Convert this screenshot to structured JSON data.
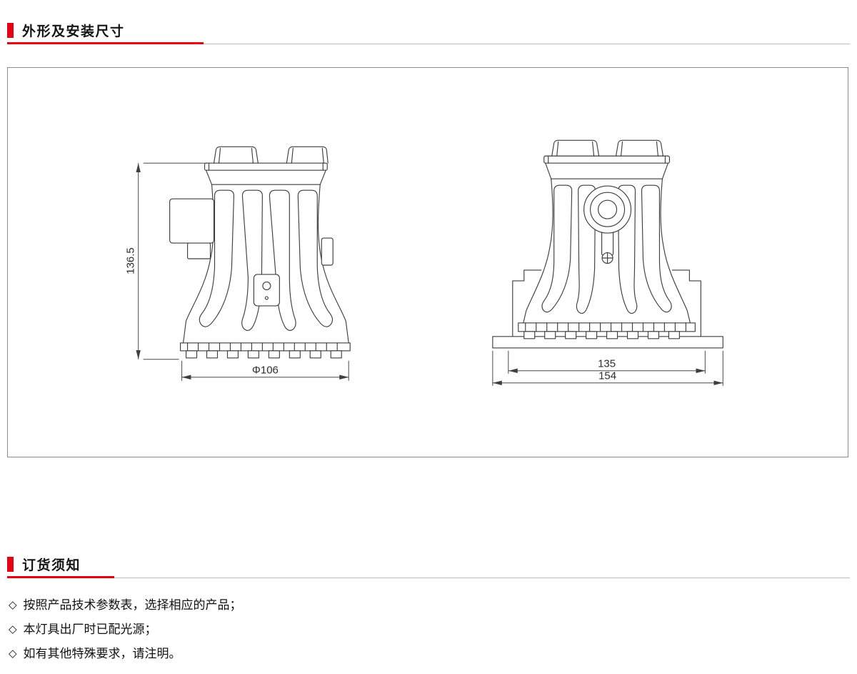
{
  "colors": {
    "accent_red": "#e60012",
    "line_dark": "#3f3f3f"
  },
  "sections": {
    "dimensions": {
      "title": "外形及安装尺寸"
    },
    "ordering": {
      "title": "订货须知",
      "bullet": "◇",
      "items": [
        "按照产品技术参数表，选择相应的产品；",
        "本灯具出厂时已配光源；",
        "如有其他特殊要求，请注明。"
      ]
    }
  },
  "drawing": {
    "side_view": {
      "height_dim": "136.5",
      "diameter_dim": "Φ106"
    },
    "front_view": {
      "mounting_width_dim": "135",
      "base_width_dim": "154"
    }
  }
}
